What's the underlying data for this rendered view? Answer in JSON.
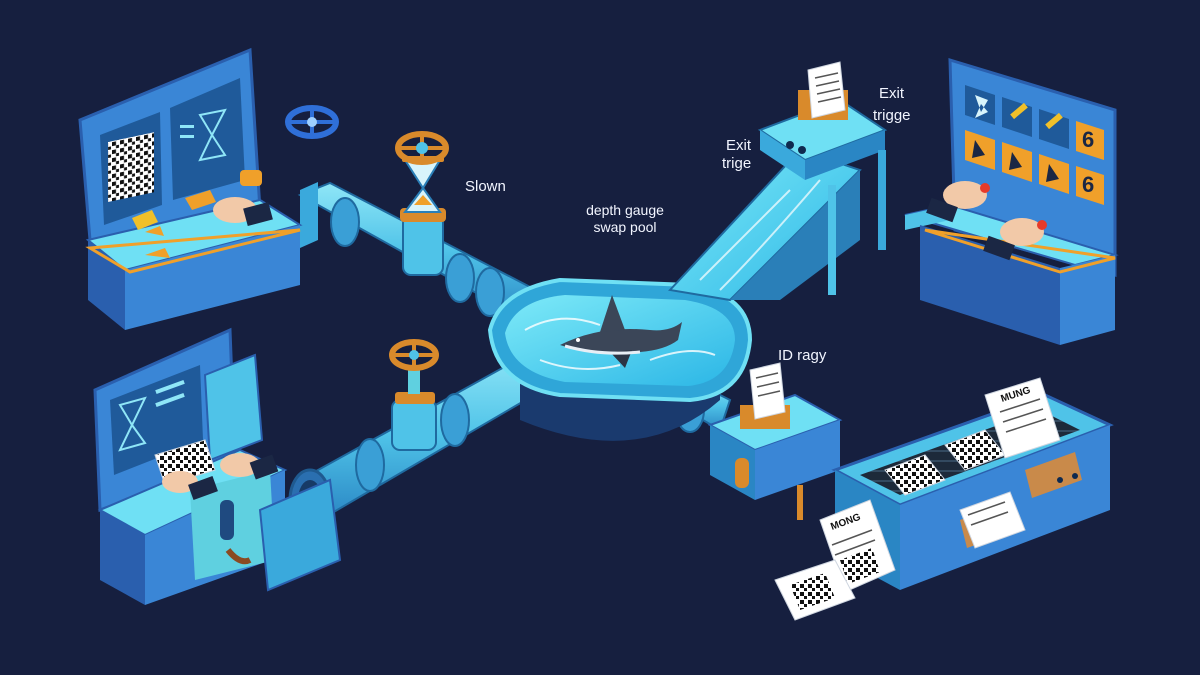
{
  "labels": {
    "slow": "Slown",
    "pool_line1": "depth gauge",
    "pool_line2": "swap pool",
    "exit_upper_line1": "Exit",
    "exit_upper_line2": "trigge",
    "exit_lower_line1": "Exit",
    "exit_lower_line2": "trige",
    "id_registry": "ID ragy",
    "receipt_header": "MUNG",
    "receipt_header_2": "MONG"
  },
  "panel_digits": [
    "6",
    "6"
  ],
  "colors": {
    "background": "#161f3f",
    "pipe": "#4fc3e8",
    "pipe_dark": "#2a7fb8",
    "machine": "#3a86d6",
    "machine_dark": "#2a5fae",
    "screen": "#1f5a9a",
    "water": "#3fd6f0",
    "valve": "#d98a2b",
    "accent_orange": "#f0a02a",
    "label": "#f2f5ff"
  },
  "icons": [
    "valve-wheel-icon",
    "hourglass-icon",
    "qr-code-icon",
    "shark-icon",
    "receipt-icon",
    "hand-icon"
  ]
}
